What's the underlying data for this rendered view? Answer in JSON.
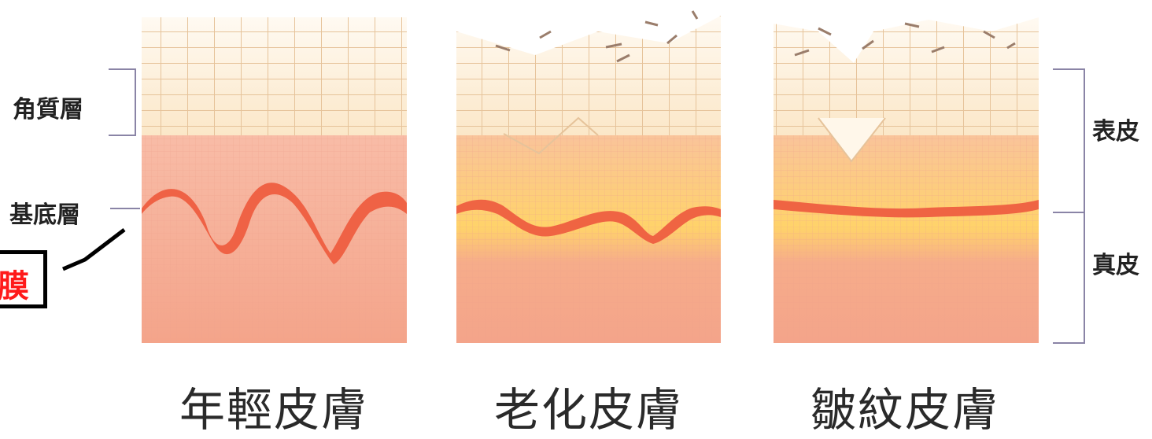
{
  "panels": [
    {
      "caption": "年輕皮膚"
    },
    {
      "caption": "老化皮膚"
    },
    {
      "caption": "皺紋皮膚"
    }
  ],
  "labels": {
    "stratum_corneum": "角質層",
    "basal_layer": "基底層",
    "epidermis": "表皮",
    "dermis": "真皮",
    "membrane_fragment": "膜"
  },
  "colors": {
    "corneum_top": "#fff6e6",
    "grid_line": "#e6c39a",
    "dermis": "#f3a58c",
    "epidermis_glow": "#ffd36a",
    "basal_band": "#ee5e40",
    "bracket": "#8a84a6",
    "callout_text": "#ff1a1a"
  }
}
